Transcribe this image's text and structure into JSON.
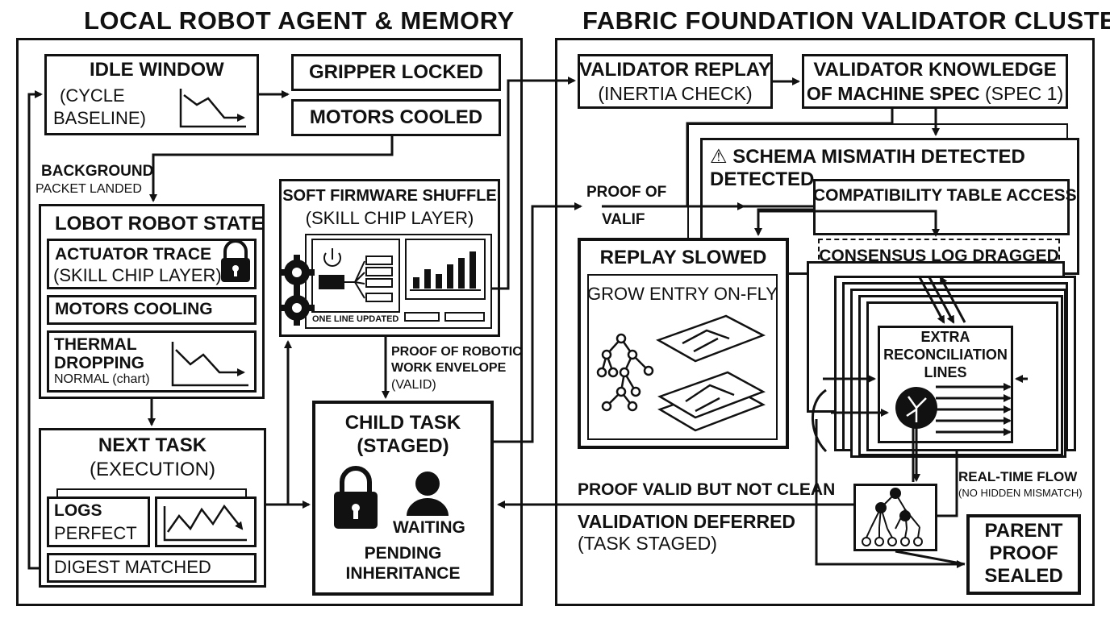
{
  "titles": {
    "left": "LOCAL ROBOT AGENT & MEMORY",
    "right": "FABRIC FOUNDATION VALIDATOR CLUSTER"
  },
  "left": {
    "idle": {
      "title": "IDLE WINDOW",
      "sub1": "(CYCLE",
      "sub2": "BASELINE)"
    },
    "gripper": "GRIPPER LOCKED",
    "motors_cooled": "MOTORS COOLED",
    "background": {
      "line1": "BACKGROUND",
      "line2": "PACKET LANDED"
    },
    "robot_state": {
      "title": "LOBOT ROBOT STATE",
      "actuator": {
        "title": "ACTUATOR TRACE",
        "sub": "(SKILL CHIP LAYER)"
      },
      "motors_cooling": "MOTORS COOLING",
      "thermal": {
        "line1": "THERMAL",
        "line2": "DROPPING",
        "line3": "NORMAL (chart)"
      }
    },
    "firmware": {
      "title": "SOFT FIRMWARE SHUFFLE",
      "sub": "(SKILL CHIP LAYER)",
      "caption": "ONE LINE UPDATED"
    },
    "proof_envelope": {
      "line1": "PROOF OF ROBOTIC",
      "line2": "WORK ENVELOPE",
      "line3": "(VALID)"
    },
    "next_task": {
      "title": "NEXT TASK",
      "sub": "(EXECUTION)",
      "logs1": "LOGS",
      "logs2": "PERFECT",
      "digest": "DIGEST MATCHED"
    },
    "child_task": {
      "title1": "CHILD TASK",
      "title2": "(STAGED)",
      "waiting": "WAITING",
      "pending1": "PENDING",
      "pending2": "INHERITANCE"
    }
  },
  "right": {
    "replay": {
      "title": "VALIDATOR REPLAY",
      "sub": "(INERTIA CHECK)"
    },
    "knowledge": {
      "line1": "VALIDATOR KNOWLEDGE",
      "line2a": "OF MACHINE SPEC",
      "line2b": "(SPEC 1)"
    },
    "schema": {
      "line1": "SCHEMA MISMATIH DETECTED",
      "line2": "DETECTED"
    },
    "compat": "COMPATIBILITY TABLE ACCESS",
    "consensus": "CONSENSUS LOG DRAGGED",
    "proof_of": {
      "line1": "PROOF OF",
      "line2": "VALIF"
    },
    "replay_slowed": {
      "title": "REPLAY SLOWED",
      "sub": "GROW ENTRY ON-FLY"
    },
    "extra": {
      "line1": "EXTRA",
      "line2": "RECONCILIATION",
      "line3": "LINES"
    },
    "realtime": {
      "line1": "REAL-TIME FLOW",
      "line2": "(NO HIDDEN MISMATCH)"
    },
    "proof_valid": "PROOF VALID BUT NOT CLEAN",
    "deferred": {
      "line1": "VALIDATION DEFERRED",
      "line2": "(TASK STAGED)"
    },
    "parent": {
      "line1": "PARENT",
      "line2": "PROOF",
      "line3": "SEALED"
    }
  },
  "icons": [
    "lock-icon",
    "gear-icon",
    "power-icon",
    "bar-chart-icon",
    "line-chart-icon",
    "person-icon",
    "warning-icon",
    "brain-icon",
    "tree-icon",
    "layers-icon"
  ],
  "colors": {
    "ink": "#111111",
    "paper": "#ffffff"
  }
}
